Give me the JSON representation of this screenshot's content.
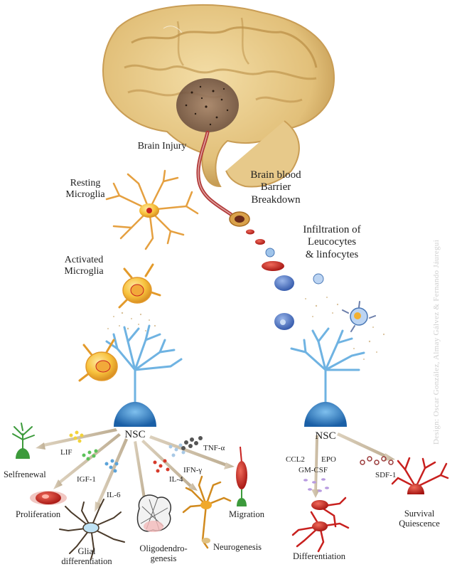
{
  "labels": {
    "brain_injury": "Brain Injury",
    "bbb_1": "Brain blood",
    "bbb_2": "Barrier",
    "bbb_3": "Breakdown",
    "resting_1": "Resting",
    "resting_2": "Microglia",
    "activated_1": "Activated",
    "activated_2": "Microglia",
    "infiltration_1": "Infiltration of",
    "infiltration_2": "Leucocytes",
    "infiltration_3": "& linfocytes",
    "nsc_left": "NSC",
    "nsc_right": "NSC",
    "lif": "LIF",
    "igf1": "IGF-1",
    "il6": "IL-6",
    "il4": "IL-4",
    "ifng": "IFN-γ",
    "tnfa": "TNF-α",
    "selfrenewal": "Selfrenewal",
    "proliferation": "Proliferation",
    "glial_1": "Glial",
    "glial_2": "differentiation",
    "oligo_1": "Oligodendro-",
    "oligo_2": "genesis",
    "neurogenesis": "Neurogenesis",
    "migration": "Migration",
    "ccl2": "CCL2",
    "epo": "EPO",
    "gmcsf": "GM-CSF",
    "sdf1": "SDF-1",
    "differentiation": "Differentiation",
    "survival_1": "Survival",
    "survival_2": "Quiescence"
  },
  "credit": "Design: Oscar González, Almay Gálvez & Fernando Jáuregui",
  "colors": {
    "brain": "#e2c07a",
    "brain_shadow": "#b98d45",
    "lesion": "#8a6a52",
    "vessel": "#b23a3a",
    "microglia": "#f1b532",
    "microglia_outline": "#e39a2a",
    "nsc_blue": "#2f86c8",
    "nsc_light": "#9fd0f0",
    "red_cell": "#c8201e",
    "leucocyte": "#4f76c4",
    "green": "#3c9a3b",
    "arrow": "#c8b89c"
  }
}
